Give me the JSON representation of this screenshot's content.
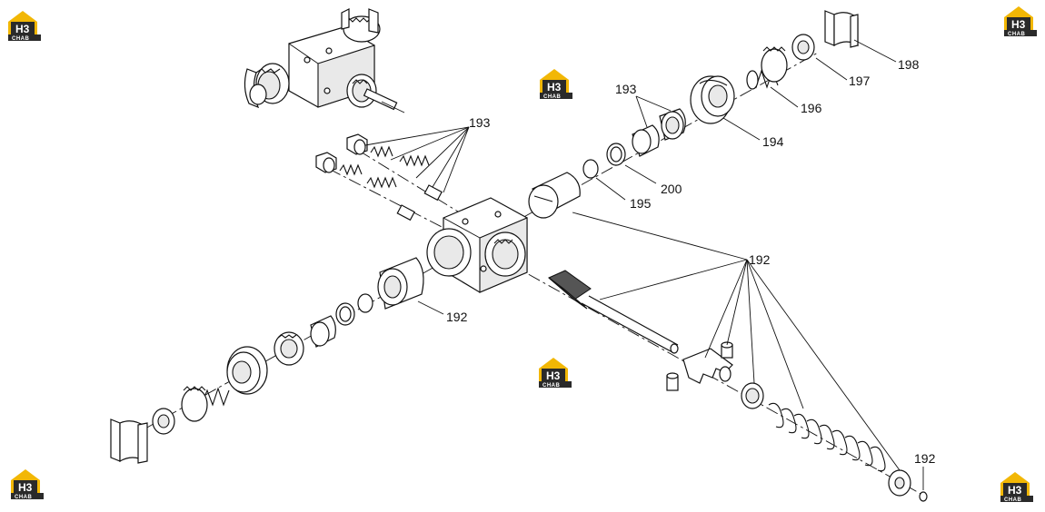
{
  "logo": {
    "mark": "H3",
    "sub": "CHAB"
  },
  "callouts": {
    "c193_top": "193",
    "c193_right": "193",
    "c198": "198",
    "c197": "197",
    "c196": "196",
    "c194": "194",
    "c200": "200",
    "c195": "195",
    "c192_center": "192",
    "c192_left": "192",
    "c192_bottom": "192"
  }
}
